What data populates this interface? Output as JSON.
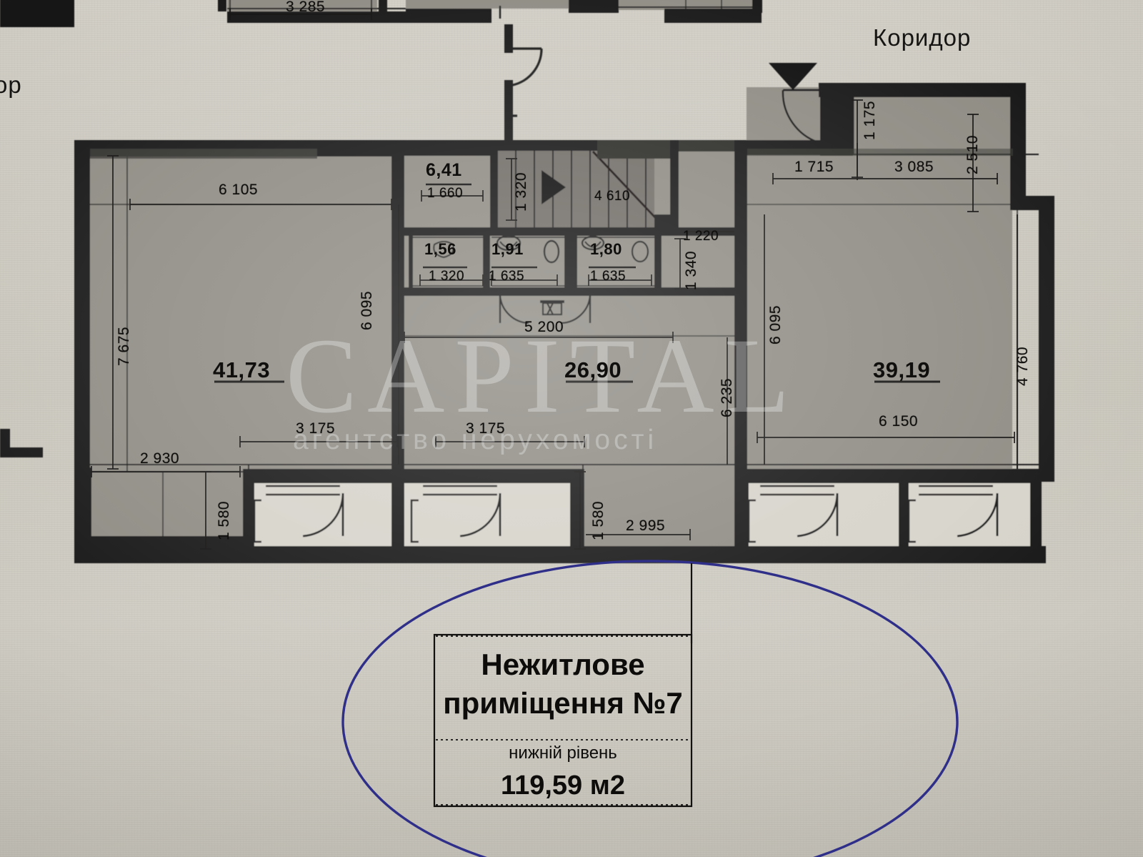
{
  "document": {
    "kind": "architectural-floor-plan-scan",
    "corridor_label_right": "Коридор",
    "corridor_label_left_clipped": "ор"
  },
  "watermark": {
    "line1": "CAPITAL",
    "line2": "агентство нерухомості"
  },
  "title_block": {
    "line1": "Нежитлове",
    "line2": "приміщення №7",
    "line3": "нижній рівень",
    "line4": "119,59 м2"
  },
  "rooms": [
    {
      "id": "room-left",
      "area": "41,73"
    },
    {
      "id": "room-center",
      "area": "26,90"
    },
    {
      "id": "room-right",
      "area": "39,19"
    },
    {
      "id": "wc-1",
      "area": "1,56"
    },
    {
      "id": "wc-2",
      "area": "1,91"
    },
    {
      "id": "wc-3",
      "area": "1,80"
    },
    {
      "id": "hall-top",
      "area": "6,41"
    }
  ],
  "dimensions": {
    "top_strip": "3 285",
    "left_room_top": "6 105",
    "left_room_left": "7 675",
    "left_room_right": "6 095",
    "left_room_bottom_a": "2 930",
    "left_room_bottom_b": "3 175",
    "left_door_height": "1 580",
    "center_room_top": "5 200",
    "center_room_bottom": "3 175",
    "center_room_right": "6 235",
    "center_door_height": "1 580",
    "center_bottom_b": "2 995",
    "hall_top_width": "1 660",
    "hall_top_vert": "1 320",
    "stair_width": "4 610",
    "wc1_width": "1 320",
    "wc2_width": "1 635",
    "wc3_width": "1 635",
    "wc_right_vert": "1 340",
    "corridor_gap": "1 220",
    "right_room_left_vert": "6 095",
    "right_room_top_a": "1 715",
    "right_room_top_b": "3 085",
    "right_room_vert_a": "1 175",
    "right_room_vert_b": "2 510",
    "right_room_right": "4 760",
    "right_room_bottom": "6 150"
  },
  "colors": {
    "wall": "#151413",
    "floor_fill": "#8e8b83",
    "paper": "#cbc8bf",
    "annotation_ellipse": "#2f2f8a",
    "ink": "#121110"
  }
}
